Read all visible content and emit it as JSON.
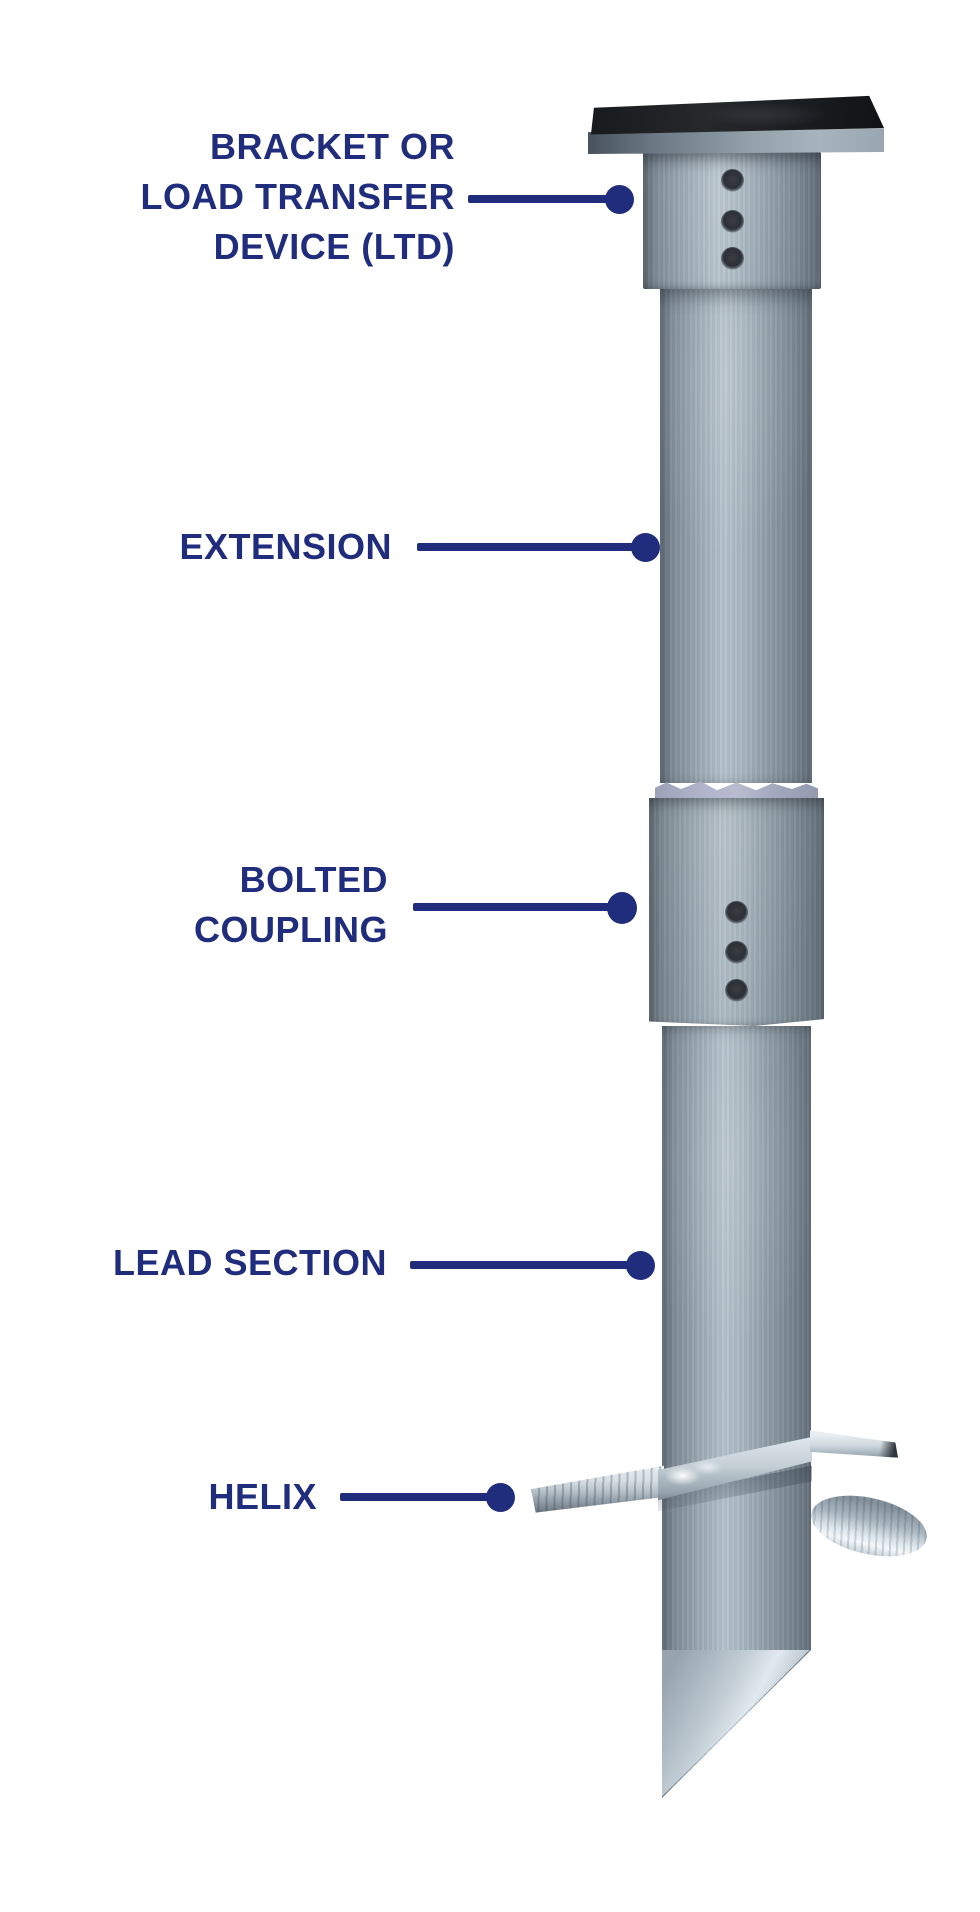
{
  "title": "Helical pile components diagram",
  "accent_color": "#202c7c",
  "background_color": "#ffffff",
  "labels": [
    {
      "id": "bracket-ltd",
      "lines": [
        "BRACKET OR",
        "LOAD TRANSFER",
        "DEVICE (LTD)"
      ]
    },
    {
      "id": "extension",
      "lines": [
        "EXTENSION"
      ]
    },
    {
      "id": "bolted-coupling",
      "lines": [
        "BOLTED",
        "COUPLING"
      ]
    },
    {
      "id": "lead-section",
      "lines": [
        "LEAD SECTION"
      ]
    },
    {
      "id": "helix",
      "lines": [
        "HELIX"
      ]
    }
  ],
  "diagram_parts": [
    "cap-plate",
    "bracket-sleeve",
    "bolt-holes",
    "extension-shaft",
    "weld-seam",
    "bolted-coupling",
    "lead-shaft",
    "helix-blade",
    "pile-tip"
  ]
}
